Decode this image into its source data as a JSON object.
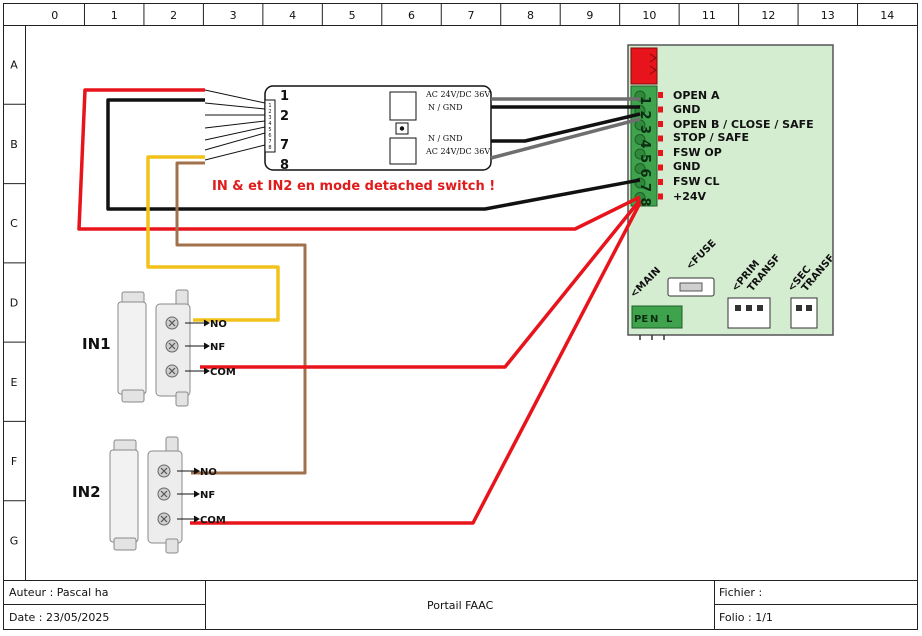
{
  "frame": {
    "columns": [
      "0",
      "1",
      "2",
      "3",
      "4",
      "5",
      "6",
      "7",
      "8",
      "9",
      "10",
      "11",
      "12",
      "13",
      "14"
    ],
    "rows": [
      "A",
      "B",
      "C",
      "D",
      "E",
      "F",
      "G"
    ]
  },
  "board": {
    "pins": [
      "1",
      "2",
      "3",
      "4",
      "5",
      "6",
      "7",
      "8"
    ],
    "terminals": [
      "OPEN A",
      "GND",
      "OPEN B / CLOSE / SAFE",
      "STOP / SAFE",
      "FSW OP",
      "GND",
      "FSW CL",
      "+24V"
    ],
    "main_label": "<MAIN",
    "fuse_label": "<FUSE",
    "prim_label_1": "<PRIM",
    "prim_label_2": "TRANSF",
    "sec_label_1": "<SEC",
    "sec_label_2": "TRANSF",
    "mains_terminals": [
      "PE",
      "N",
      "L"
    ],
    "color": "#d4ecd0"
  },
  "module": {
    "pins_left": [
      "1",
      "2",
      "7",
      "8"
    ],
    "pin_strip": [
      "1",
      "2",
      "3",
      "4",
      "5",
      "6",
      "7",
      "8"
    ],
    "relay1_lines": [
      "AC 24V/DC 36V",
      "N / GND"
    ],
    "relay2_lines": [
      "N / GND",
      "AC 24V/DC 36V"
    ]
  },
  "note": "IN & et IN2 en mode detached switch !",
  "sensors": [
    {
      "label": "IN1",
      "contacts": [
        "NO",
        "NF",
        "COM"
      ]
    },
    {
      "label": "IN2",
      "contacts": [
        "NO",
        "NF",
        "COM"
      ]
    }
  ],
  "title_block": {
    "author": "Auteur : Pascal ha",
    "date": "Date : 23/05/2025",
    "title": "Portail FAAC",
    "file": "Fichier :",
    "folio": "Folio : 1/1"
  },
  "colors": {
    "red": "#e8141b",
    "black": "#111111",
    "yellow": "#f2c21b",
    "brown": "#a0714b",
    "grey": "#6e6e6e",
    "terminal_green": "#3fa34d",
    "note_red": "#e01b1b"
  }
}
